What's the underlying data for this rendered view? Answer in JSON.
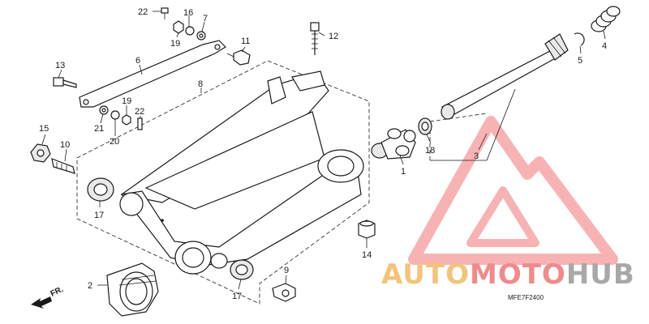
{
  "callouts": {
    "p1": "1",
    "p2": "2",
    "p3": "3",
    "p4": "4",
    "p5": "5",
    "p6": "6",
    "p7": "7",
    "p8": "8",
    "p9": "9",
    "p10": "10",
    "p11": "11",
    "p12": "12",
    "p13": "13",
    "p14": "14",
    "p15": "15",
    "p16": "16",
    "p17a": "17",
    "p17b": "17",
    "p18": "18",
    "p19a": "19",
    "p19b": "19",
    "p20": "20",
    "p21": "21",
    "p22a": "22",
    "p22b": "22"
  },
  "direction_label": "FR.",
  "diagram_code": "MFE7F2400",
  "watermark": {
    "part1": "AUTO",
    "part2": "MOTO",
    "part3": "HUB",
    "colors": {
      "auto": "#f2c47a",
      "moto": "#f18a8a",
      "hub": "#a8a8a8",
      "logo": "#f59a9a"
    }
  }
}
